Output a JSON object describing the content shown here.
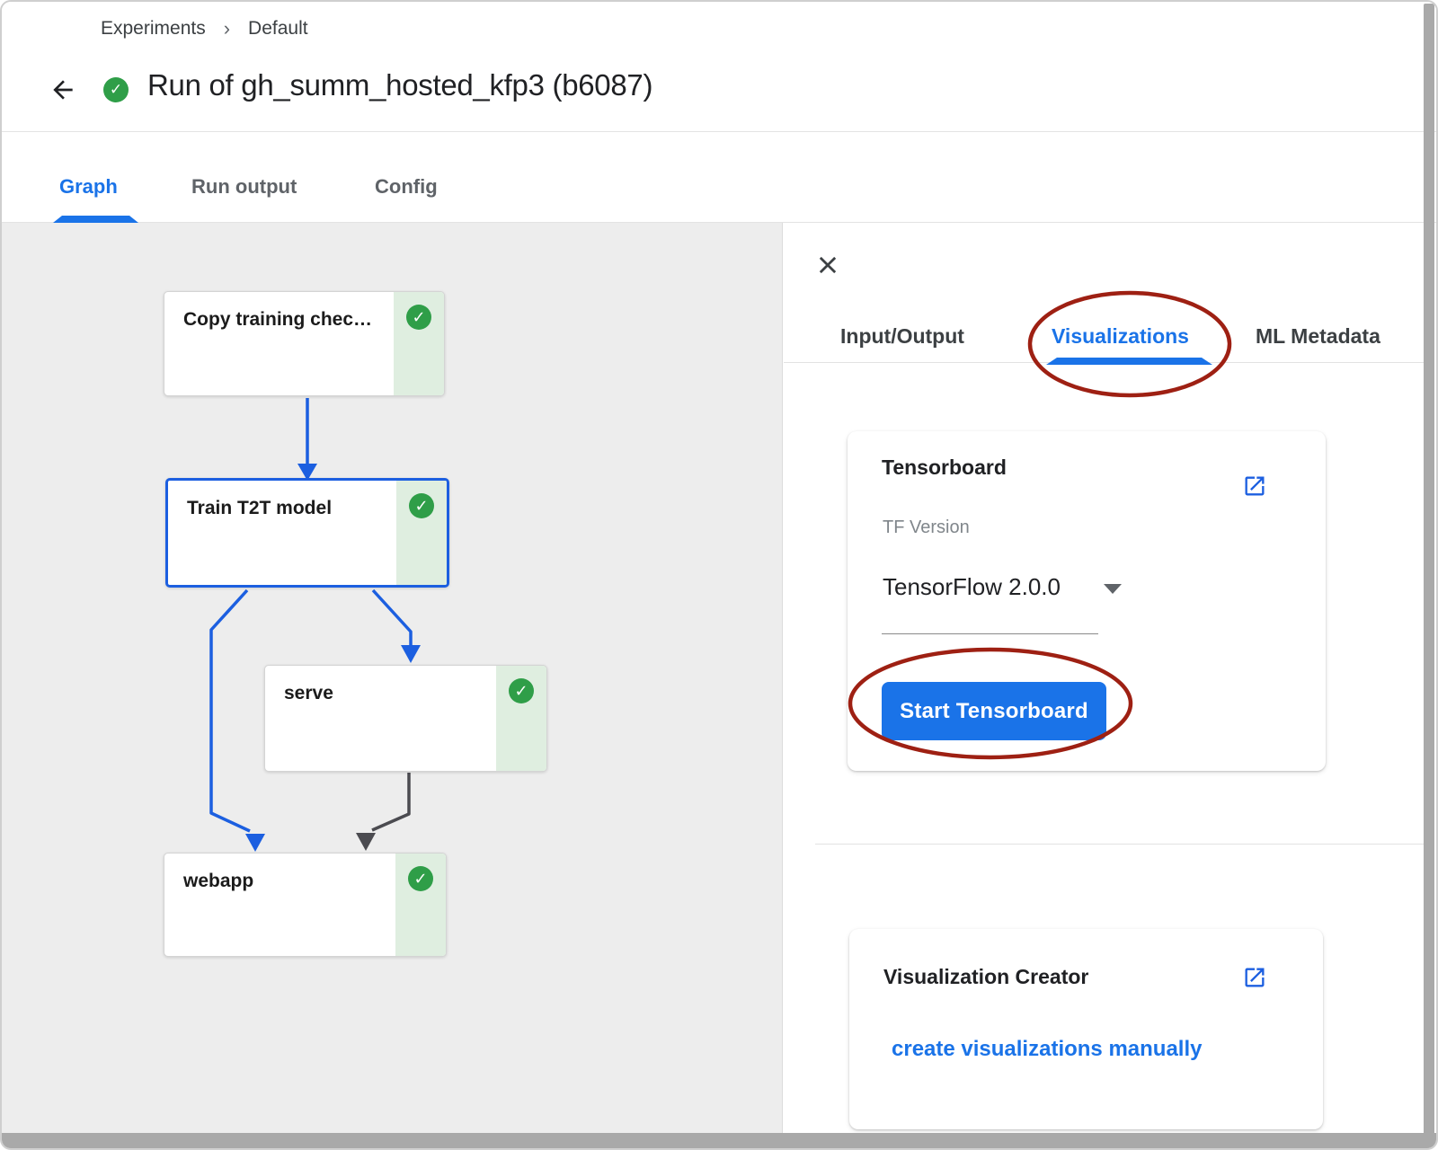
{
  "breadcrumb": {
    "experiments": "Experiments",
    "separator": "›",
    "current": "Default"
  },
  "header": {
    "title": "Run of gh_summ_hosted_kfp3 (b6087)"
  },
  "main_tabs": {
    "graph": "Graph",
    "run_output": "Run output",
    "config": "Config"
  },
  "graph": {
    "nodes": [
      {
        "label": "Copy training chec…",
        "status": "succeeded"
      },
      {
        "label": "Train T2T model",
        "status": "succeeded",
        "selected": true
      },
      {
        "label": "serve",
        "status": "succeeded"
      },
      {
        "label": "webapp",
        "status": "succeeded"
      }
    ]
  },
  "detail_panel": {
    "tabs": {
      "input_output": "Input/Output",
      "visualizations": "Visualizations",
      "ml_metadata": "ML Metadata"
    },
    "tensorboard_card": {
      "title": "Tensorboard",
      "tf_version_label": "TF Version",
      "tf_version_value": "TensorFlow 2.0.0",
      "start_button": "Start Tensorboard"
    },
    "visualization_creator_card": {
      "title": "Visualization Creator",
      "link": "create visualizations manually"
    }
  },
  "icons": {
    "status_check": "✓"
  },
  "colors": {
    "accent_blue": "#1a73e8",
    "graph_blue": "#1c5fe0",
    "edge_gray": "#4b4b50",
    "success_green": "#2f9e48",
    "success_strip": "#dfeee0",
    "annotation_red": "#9e2013"
  }
}
